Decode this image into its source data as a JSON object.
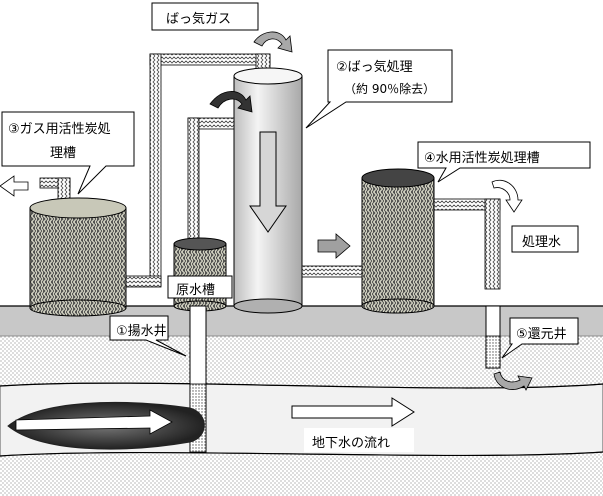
{
  "labels": {
    "aeration_gas": "ばっ気ガス",
    "aeration_treatment_line1": "②ばっ気処理",
    "aeration_treatment_line2": "（約 90％除去）",
    "gas_carbon_line1": "③ガス用活性炭処",
    "gas_carbon_line2": "理槽",
    "water_carbon": "④水用活性炭処理槽",
    "treated_water": "処理水",
    "raw_water_tank": "原水槽",
    "pumping_well": "①揚水井",
    "return_well": "⑤還元井",
    "groundwater_flow": "地下水の流れ"
  },
  "colors": {
    "ground": "#c8c8c8",
    "aquifer_band": "#f0f0f0",
    "tank_body": "#e8e8e8",
    "checker_dark": "#555555",
    "checker_light": "#e6e6d2",
    "arrow_gray": "#a0a0a0"
  }
}
